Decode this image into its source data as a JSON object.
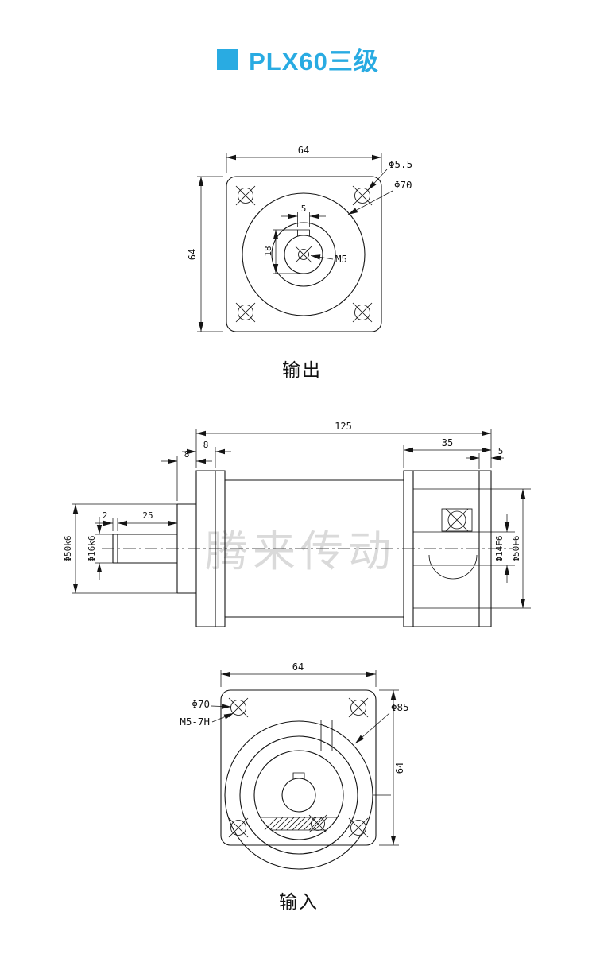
{
  "page": {
    "title": "PLX60三级",
    "accent_color": "#29abe2"
  },
  "output_view": {
    "caption": "输出",
    "dims": {
      "width": "64",
      "height": "64",
      "keyway_width": "5",
      "keyway_depth": "18",
      "center_tap": "M5",
      "corner_hole_dia": "Φ5.5",
      "bolt_circle_dia": "Φ70"
    }
  },
  "side_view": {
    "watermark": "腾来传动",
    "dims": {
      "body_length": "125",
      "input_section_length": "35",
      "pilot_width": "8",
      "flange_thickness": "8",
      "end_cap": "5",
      "shaft_step": "2",
      "shaft_length": "25",
      "output_pilot_dia": "Φ50k6",
      "output_shaft_dia": "Φ16k6",
      "input_bore_dia": "Φ14F6",
      "input_pilot_dia": "Φ50F6"
    }
  },
  "input_view": {
    "caption": "输入",
    "dims": {
      "width": "64",
      "height": "64",
      "bolt_circle_dia": "Φ70",
      "tapped_holes": "M5-7H",
      "boss_dia": "Φ85"
    }
  }
}
